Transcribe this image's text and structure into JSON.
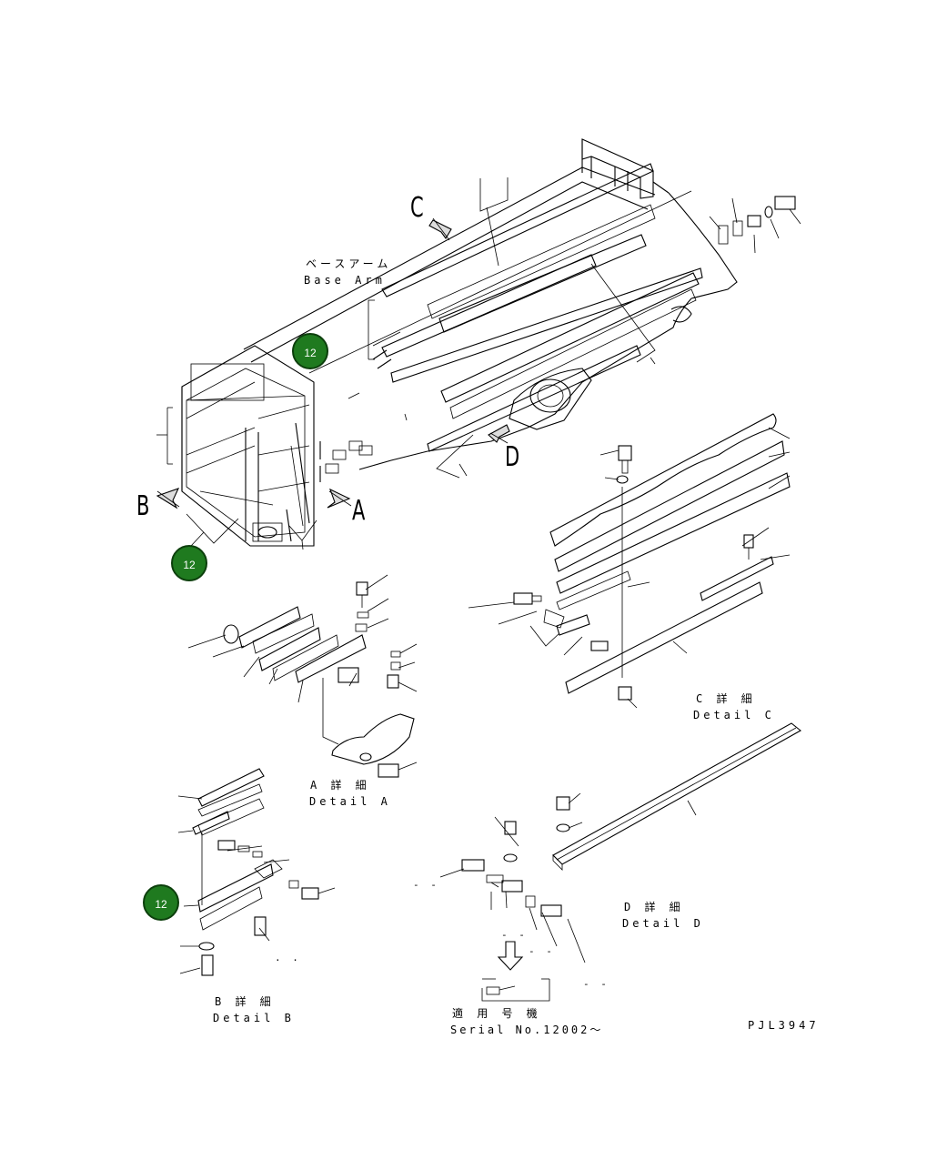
{
  "labels": {
    "base_arm_jp": "ベースアーム",
    "base_arm_en": "Base Arm",
    "view_a": "A",
    "view_b": "B",
    "view_c": "C",
    "view_d": "D",
    "detail_a_jp": "A 詳 細",
    "detail_a_en": "Detail A",
    "detail_b_jp": "B 詳 細",
    "detail_b_en": "Detail B",
    "detail_c_jp": "C 詳 細",
    "detail_c_en": "Detail C",
    "detail_d_jp": "D 詳 細",
    "detail_d_en": "Detail D",
    "serial_jp": "適 用 号 機",
    "serial_en": "Serial No.12002〜",
    "drawing_no": "PJL3947"
  },
  "callouts": [
    "12",
    "12",
    "12"
  ],
  "colors": {
    "badge": "#1f7a1f",
    "ink": "#000000"
  }
}
